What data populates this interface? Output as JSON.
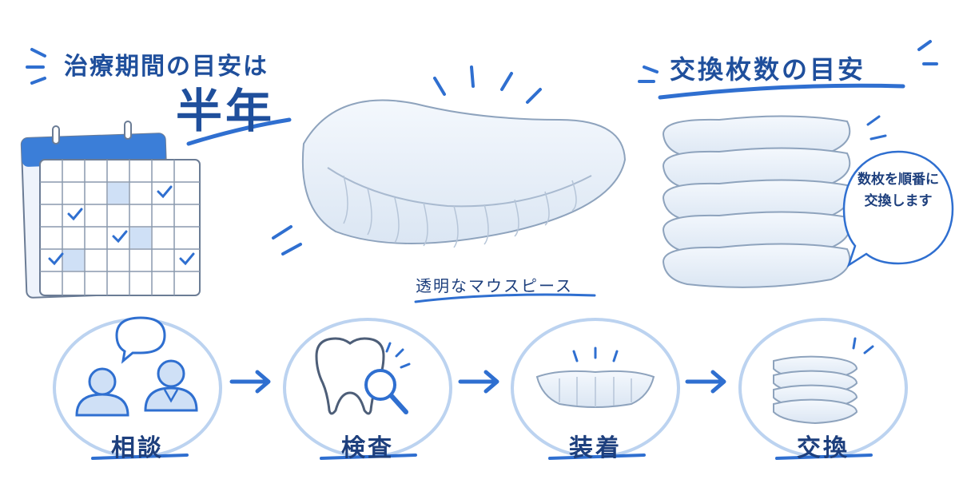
{
  "duration": {
    "title": "治療期間の目安は",
    "value": "半年"
  },
  "aligner": {
    "caption": "透明なマウスピース"
  },
  "replacement": {
    "title": "交換枚数の目安",
    "bubble": "数枚を順番に交換します"
  },
  "steps": [
    {
      "label": "相談",
      "icon": "consultation-people-icon"
    },
    {
      "label": "検査",
      "icon": "tooth-magnifier-icon"
    },
    {
      "label": "装着",
      "icon": "aligner-icon"
    },
    {
      "label": "交換",
      "icon": "aligner-stack-icon"
    }
  ],
  "colors": {
    "accent": "#2f6fd0",
    "text": "#1f4f9c",
    "calendar_header": "#3b7ed8",
    "light_fill": "#cfe0f6"
  }
}
